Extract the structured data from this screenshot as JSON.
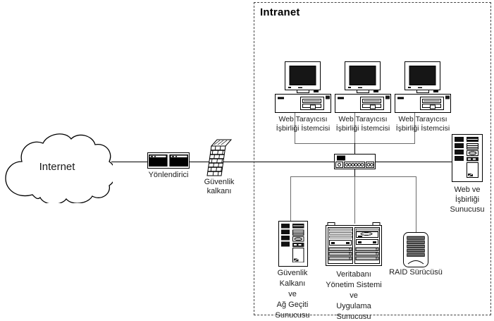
{
  "diagram": {
    "internet": {
      "label": "Internet"
    },
    "router": {
      "label": "Yönlendirici"
    },
    "firewall": {
      "label_line1": "Güvenlik",
      "label_line2": "kalkanı"
    },
    "intranet": {
      "title": "Intranet",
      "clients": [
        {
          "label_line1": "Web Tarayıcısı",
          "label_line2": "İşbirliği İstemcisi"
        },
        {
          "label_line1": "Web Tarayıcısı",
          "label_line2": "İşbirliği İstemcisi"
        },
        {
          "label_line1": "Web Tarayıcısı",
          "label_line2": "İşbirliği İstemcisi"
        }
      ],
      "web_server": {
        "label_lines": [
          "Web ve",
          "İşbirliği",
          "Sunucusu"
        ]
      },
      "gateway_server": {
        "label_lines": [
          "Güvenlik",
          "Kalkanı",
          "ve",
          "Ağ Geçiti",
          "Sunucusu"
        ]
      },
      "database_server": {
        "label_lines": [
          "Veritabanı",
          "Yönetim Sistemi",
          "ve",
          "Uygulama",
          "Sunucusu"
        ]
      },
      "raid": {
        "label": "RAID Sürücüsü"
      }
    },
    "colors": {
      "wan_line": "#000000",
      "lan_line": "#6b6b6b",
      "background": "#ffffff"
    }
  }
}
